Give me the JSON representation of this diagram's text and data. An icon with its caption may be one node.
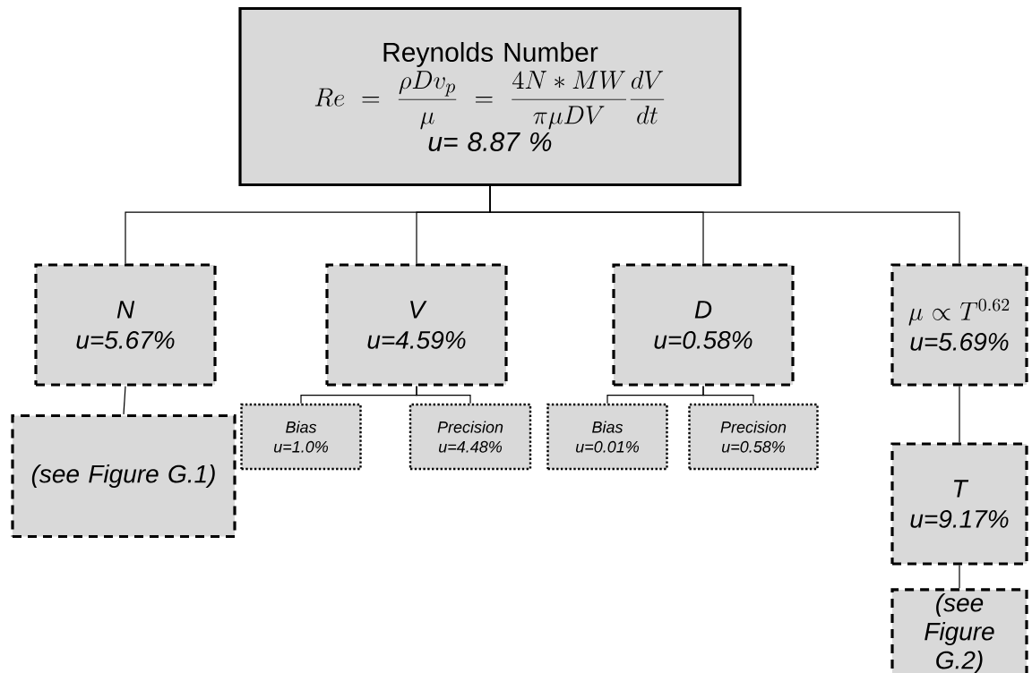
{
  "diagram": {
    "nodes": [
      {
        "text": [
          "Reynolds Number",
          "Re = \\frac{\\rho D v_p}{\\mu} = \\frac{4N * MW}{\\pi \\mu D V}\\frac{dV}{dt}",
          "u= 8.87 %"
        ]
      },
      {
        "text": [
          "N",
          "u=5.67%"
        ]
      },
      {
        "text": [
          "V",
          "u=4.59%"
        ]
      },
      {
        "text": [
          "D",
          "u=0.58%"
        ]
      },
      {
        "text": [
          "\\mu \\propto T^{0.62}",
          "u=5.69%"
        ]
      },
      {
        "text": [
          "(see Figure G.1)"
        ]
      },
      {
        "text": [
          "Bias",
          "u=1.0%"
        ]
      },
      {
        "text": [
          "Precision",
          "u=4.48%"
        ]
      },
      {
        "text": [
          "Bias",
          "u=0.01%"
        ]
      },
      {
        "text": [
          "Precision",
          "u=0.58%"
        ]
      },
      {
        "text": [
          "T",
          "u=9.17%"
        ]
      },
      {
        "text": [
          "(see Figure G.2)"
        ]
      }
    ],
    "edges": [
      {
        "from": 0,
        "to": 1,
        "arrow": "none"
      },
      {
        "from": 0,
        "to": 2,
        "arrow": "none"
      },
      {
        "from": 0,
        "to": 3,
        "arrow": "none"
      },
      {
        "from": 0,
        "to": 4,
        "arrow": "none"
      },
      {
        "from": 1,
        "to": 5,
        "arrow": "none"
      },
      {
        "from": 2,
        "to": 6,
        "arrow": "none"
      },
      {
        "from": 2,
        "to": 7,
        "arrow": "none"
      },
      {
        "from": 3,
        "to": 8,
        "arrow": "none"
      },
      {
        "from": 3,
        "to": 9,
        "arrow": "none"
      },
      {
        "from": 4,
        "to": 10,
        "arrow": "none"
      },
      {
        "from": 10,
        "to": 11,
        "arrow": "none"
      }
    ]
  }
}
